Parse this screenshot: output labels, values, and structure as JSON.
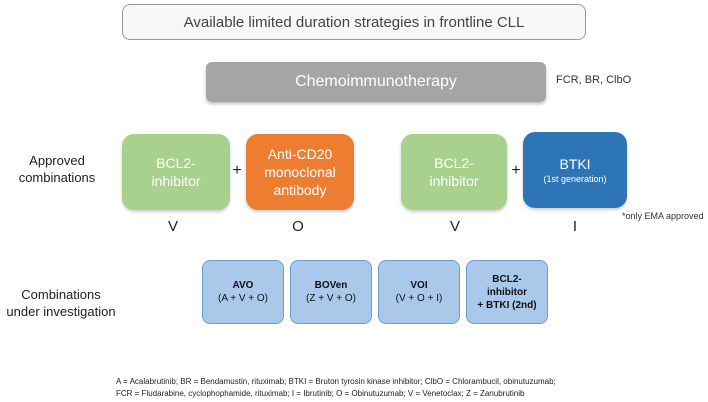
{
  "title": "Available limited duration strategies in frontline CLL",
  "chemo": {
    "label": "Chemoimmunotherapy",
    "note": "FCR, BR, ClbO"
  },
  "approved": {
    "label_line1": "Approved",
    "label_line2": "combinations",
    "group1": {
      "box1": {
        "line1": "BCL2-",
        "line2": "inhibitor",
        "letter": "V"
      },
      "plus": "+",
      "box2": {
        "line1": "Anti-CD20",
        "line2": "monoclonal",
        "line3": "antibody",
        "letter": "O"
      }
    },
    "group2": {
      "box1": {
        "line1": "BCL2-",
        "line2": "inhibitor",
        "letter": "V"
      },
      "plus": "+",
      "box2": {
        "line1": "BTKI",
        "sub": "(1st generation)",
        "letter": "I"
      }
    },
    "note": "*only EMA approved"
  },
  "investigation": {
    "label_line1": "Combinations",
    "label_line2": "under investigation",
    "items": [
      {
        "line1": "AVO",
        "line2": "(A + V + O)"
      },
      {
        "line1": "BOVen",
        "line2": "(Z + V + O)"
      },
      {
        "line1": "VOI",
        "line2": "(V + O + I)"
      },
      {
        "line1": "BCL2-",
        "line2": "inhibitor",
        "line3": "+ BTKI (2nd)"
      }
    ]
  },
  "footer": {
    "line1": "A = Acalabrutinib; BR = Bendamustin, rituximab; BTKI = Bruton tyrosin kinase inhibitor; ClbO = Chlorambucil, obinutuzumab;",
    "line2": "FCR = Fludarabine, cyclophophamide, rituximab; I = Ibrutinib; O = Obinutuzumab;  V = Venetoclax; Z = Zanubrutinib"
  },
  "colors": {
    "green": "#a9d18e",
    "orange": "#ed7d31",
    "blue": "#2e75b6",
    "gray": "#a5a5a5",
    "light_blue": "#a9c8ea"
  }
}
